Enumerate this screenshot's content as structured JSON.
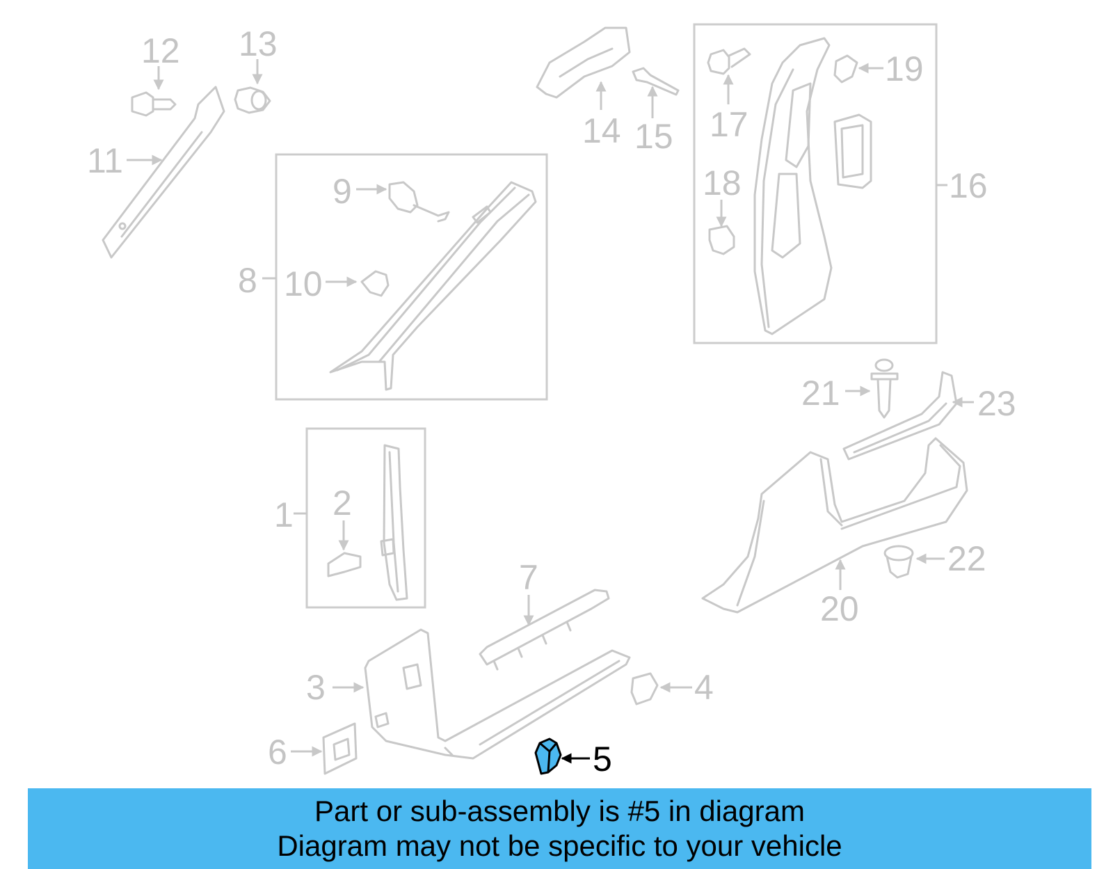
{
  "callouts": {
    "c1": "1",
    "c2": "2",
    "c3": "3",
    "c4": "4",
    "c5": "5",
    "c6": "6",
    "c7": "7",
    "c8": "8",
    "c9": "9",
    "c10": "10",
    "c11": "11",
    "c12": "12",
    "c13": "13",
    "c14": "14",
    "c15": "15",
    "c16": "16",
    "c17": "17",
    "c18": "18",
    "c19": "19",
    "c20": "20",
    "c21": "21",
    "c22": "22",
    "c23": "23"
  },
  "highlighted_part": "5",
  "colors": {
    "highlight_part": "#4bb8f0",
    "banner": "#4bb8f0",
    "inactive_lines": "#c8c8c8",
    "active_label": "#000000"
  },
  "banner": {
    "line1": "Part or sub-assembly is #5 in diagram",
    "line2": "Diagram may not be specific to your vehicle"
  }
}
